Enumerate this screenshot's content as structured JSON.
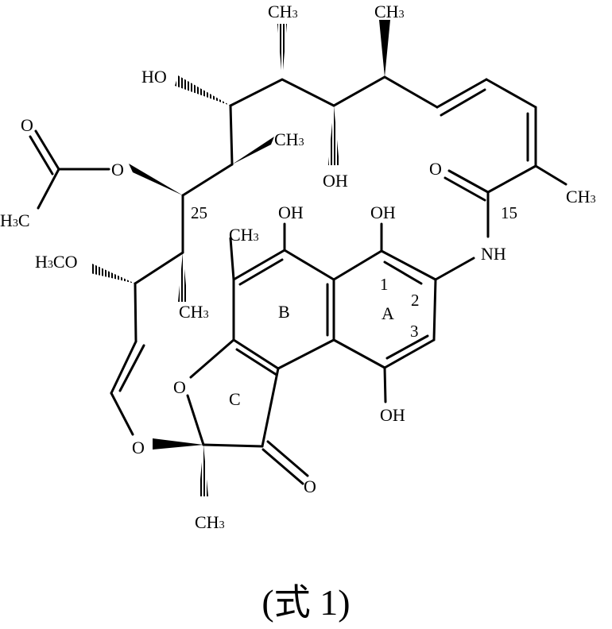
{
  "figure": {
    "type": "chemical-structure",
    "caption": "(式 1)",
    "atom_labels": {
      "ch3_top_left": "CH3",
      "ch3_top_right": "CH3",
      "ho_left": "HO",
      "oh_mid": "OH",
      "ch3_mid": "CH3",
      "acetyl_o_double": "O",
      "acetyl_o_ester": "O",
      "acetyl_h3c": "H3C",
      "c25": "25",
      "oh_b_ring": "OH",
      "oh_a_ring": "OH",
      "amide_o": "O",
      "c15": "15",
      "ch3_right": "CH3",
      "nh": "NH",
      "h3co": "H3CO",
      "ch3_b_ring": "CH3",
      "ch3_c25_down": "CH3",
      "ring_b": "B",
      "ring_a": "A",
      "pos1": "1",
      "pos2": "2",
      "pos3": "3",
      "ring_c": "C",
      "o_furan": "O",
      "o_ether": "O",
      "oh_bottom": "OH",
      "ketone_o": "O",
      "ch3_bottom": "CH3"
    }
  }
}
